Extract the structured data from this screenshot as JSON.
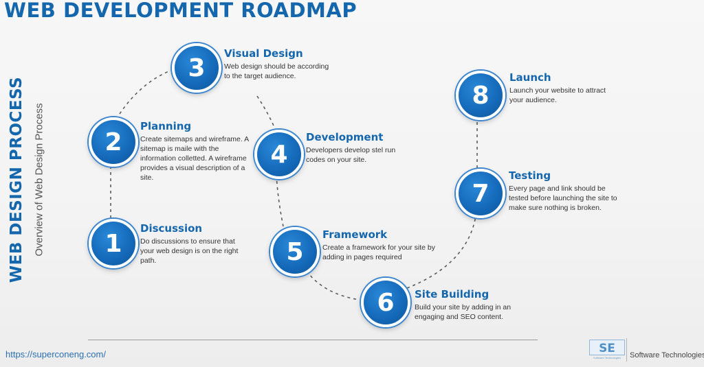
{
  "header": {
    "title": "WEB DEVELOPMENT ROADMAP",
    "side_title": "WEB DESIGN PROCESS",
    "side_subtitle": "Overview of Web Design Process"
  },
  "steps": [
    {
      "number": "1",
      "title": "Discussion",
      "desc": "Do discussions to ensure that your web design is on the right path."
    },
    {
      "number": "2",
      "title": "Planning",
      "desc": "Create sitemaps and wireframe. A sitemap is maile with the information colletted. A wireframe provides a visual description of a site."
    },
    {
      "number": "3",
      "title": "Visual Design",
      "desc": "Web design should be according to the target audience."
    },
    {
      "number": "4",
      "title": "Development",
      "desc": "Developers develop stel run codes on your site."
    },
    {
      "number": "5",
      "title": "Framework",
      "desc": "Create a framework for your site by adding in pages required"
    },
    {
      "number": "6",
      "title": "Site Building",
      "desc": "Build your site by adding in an engaging and SEO content."
    },
    {
      "number": "7",
      "title": "Testing",
      "desc": "Every page and link should be tested before launching the site to make sure nothing is broken."
    },
    {
      "number": "8",
      "title": "Launch",
      "desc": "Launch your website to attract your audience."
    }
  ],
  "footer": {
    "url": "https://superconeng.com/",
    "logo_text": "SE",
    "logo_subtext": "Software Technologies",
    "company": "Software Technologies"
  },
  "colors": {
    "accent": "#1466ad",
    "circle": "#1468b8",
    "connector": "#5a5a5a"
  }
}
